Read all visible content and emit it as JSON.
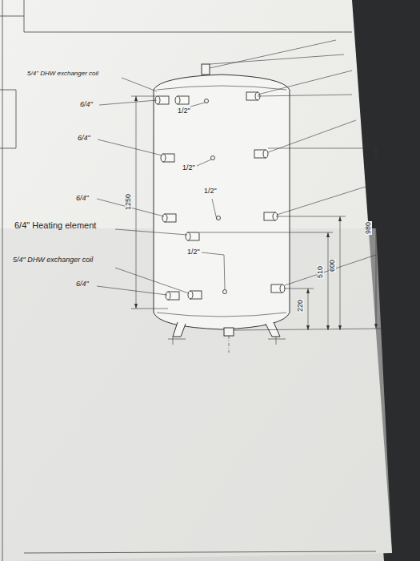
{
  "diagram": {
    "labels": [
      "5/4\" DHW exchanger coil",
      "6/4\"",
      "1/2\"",
      "6/4\"",
      "1/2\"",
      "1/2\"",
      "6/4\"",
      "6/4\" Heating element",
      "1/2\"",
      "5/4\" DHW exchanger coil",
      "6/4\"",
      "1250",
      "980",
      "600",
      "510",
      "220"
    ]
  }
}
